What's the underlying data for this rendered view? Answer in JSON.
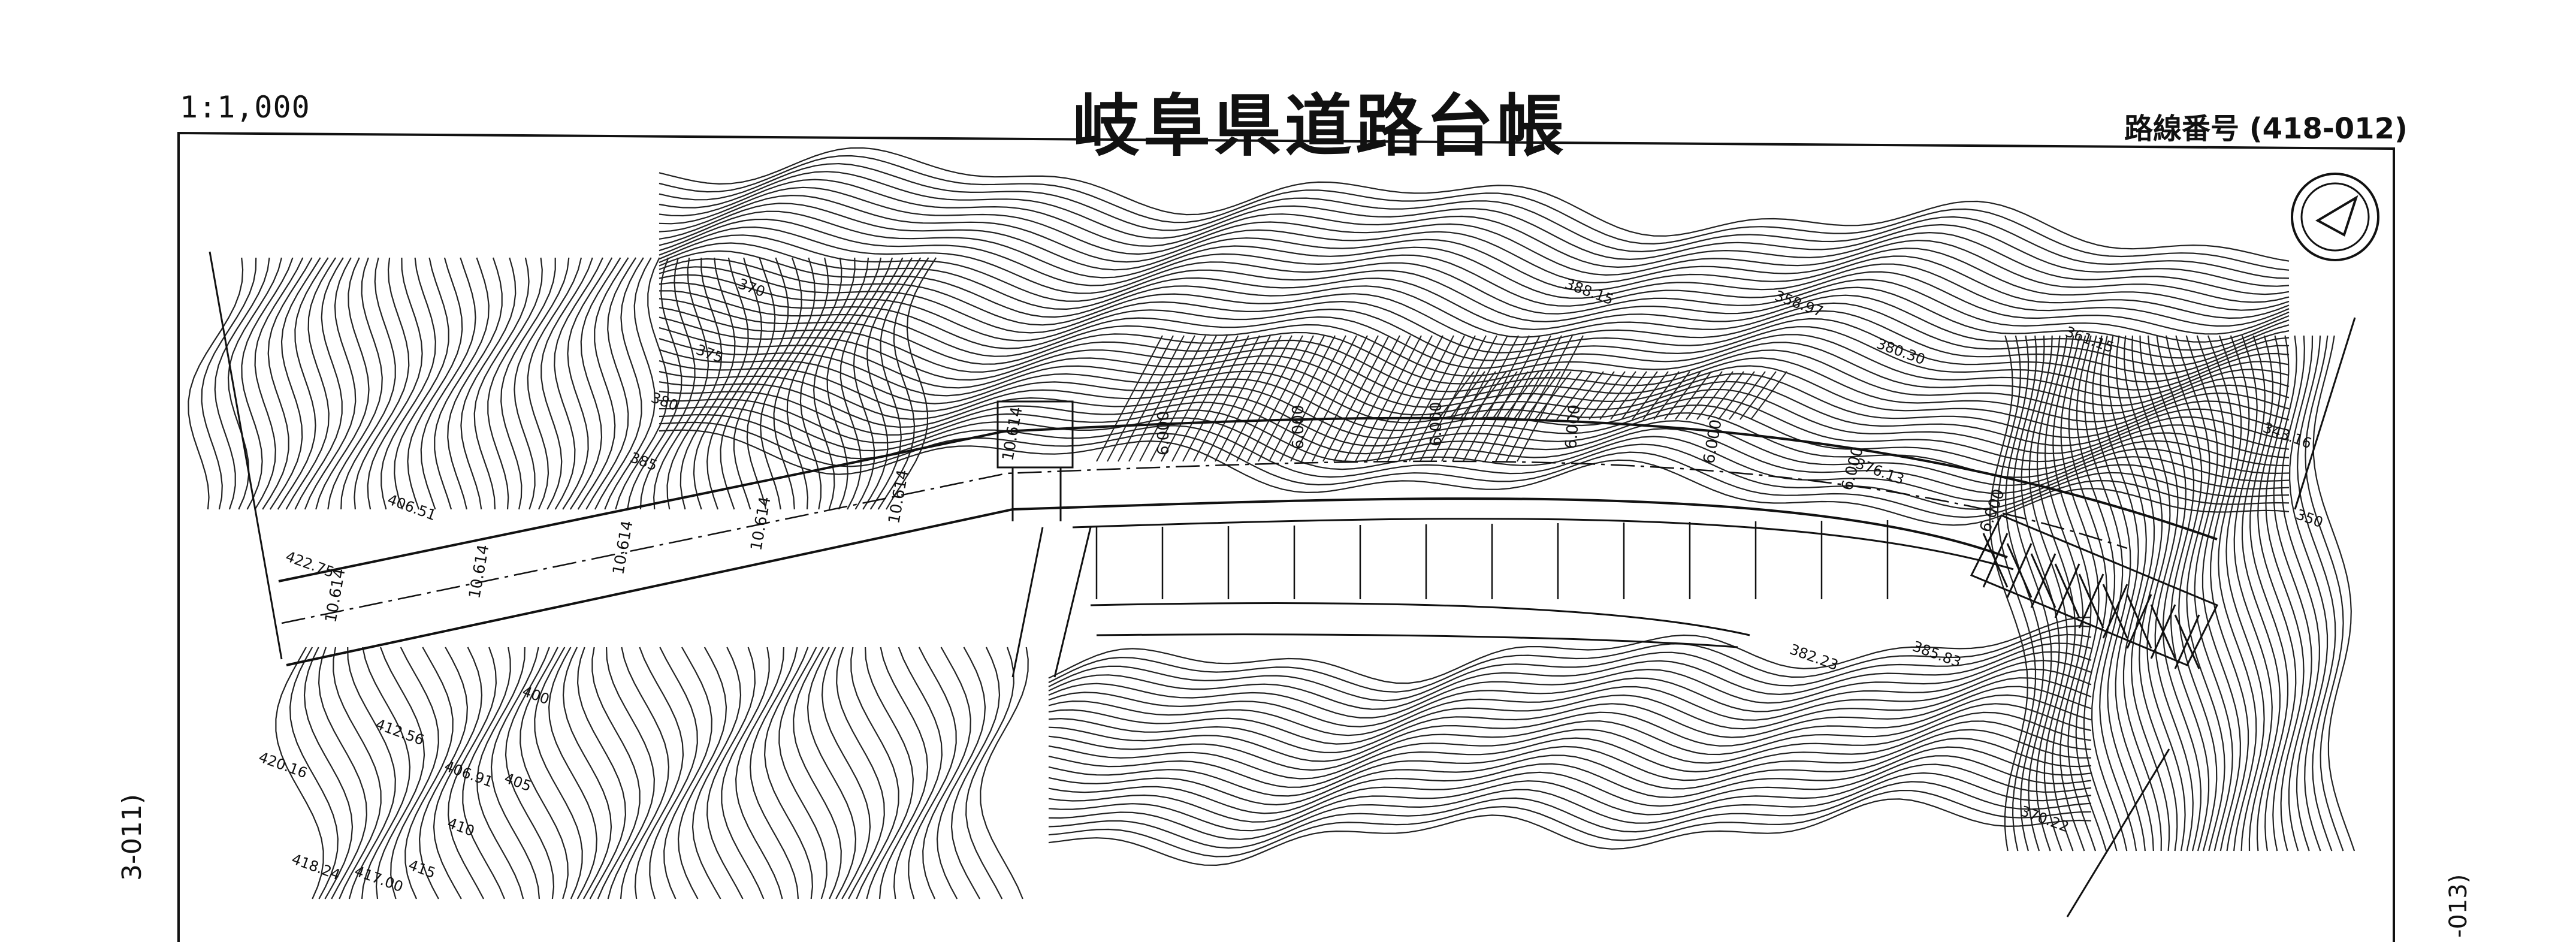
{
  "header": {
    "scale": "1:1,000",
    "title": "岐阜県道路台帳",
    "route_number": "路線番号 (418-012)"
  },
  "adjacent_sheets": {
    "left": "3-011)",
    "right": "-013)"
  },
  "station_labels": [
    "10.614",
    "10.614",
    "10.614",
    "10.614",
    "10.614",
    "10.614",
    "6.000",
    "6.000",
    "6.000",
    "6.000",
    "6.000",
    "6.000",
    "6.000"
  ],
  "elevation_labels": [
    "370",
    "375",
    "380",
    "385",
    "406.51",
    "422.75",
    "400",
    "420.16",
    "412.56",
    "406.91",
    "405",
    "410",
    "418.24",
    "417.00",
    "415",
    "382.23",
    "385.83",
    "343.16",
    "350",
    "358.97",
    "361.15",
    "380.30",
    "376.13",
    "370.22",
    "388.15"
  ],
  "icons": [
    "north-arrow-icon"
  ]
}
